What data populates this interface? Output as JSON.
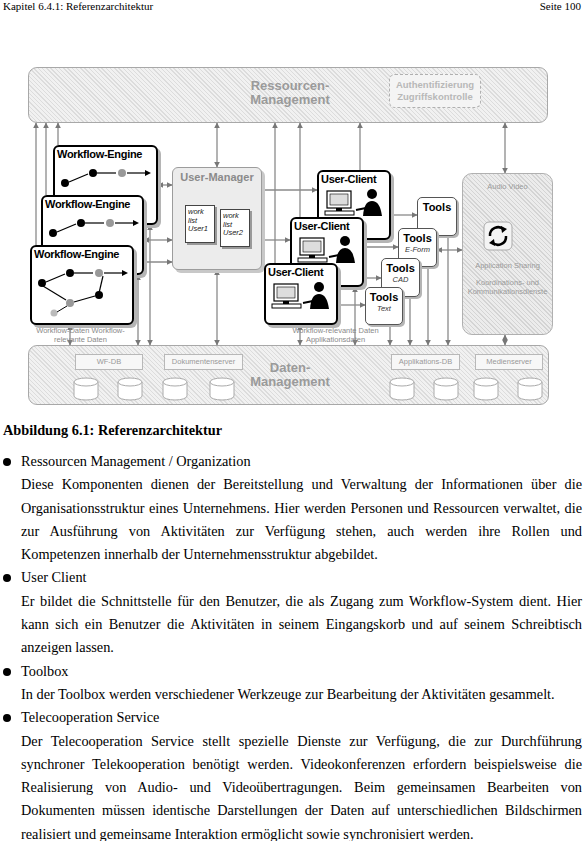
{
  "diagram": {
    "caption": "Abbildung 6.1: Referenzarchitektur",
    "nodes": [
      {
        "text": [
          "Ressourcen- Management"
        ]
      },
      {
        "text": [
          "Authentifizierung Zugriffskontrolle"
        ],
        "in": 0
      },
      {
        "text": [
          "Workflow-Engine"
        ]
      },
      {
        "text": [
          "Workflow-Engine"
        ]
      },
      {
        "text": [
          "Workflow-Engine"
        ]
      },
      {
        "text": [
          "User-Manager"
        ]
      },
      {
        "text": [
          "work list User1"
        ],
        "in": 5
      },
      {
        "text": [
          "work list User2"
        ],
        "in": 5
      },
      {
        "text": [
          "User-Client"
        ]
      },
      {
        "text": [
          "User-Client"
        ]
      },
      {
        "text": [
          "User-Client"
        ]
      },
      {
        "text": [
          "Tools"
        ]
      },
      {
        "text": [
          "Tools",
          "E-Form"
        ]
      },
      {
        "text": [
          "Tools",
          "CAD"
        ]
      },
      {
        "text": [
          "Tools",
          "Text"
        ]
      },
      {
        "text": [
          "Audio Video",
          "Application Sharing",
          "Koordinations- und Kommunikationsdienste"
        ]
      },
      {
        "text": [
          "Daten- Management"
        ]
      },
      {
        "text": [
          "WF-DB"
        ],
        "in": 16
      },
      {
        "text": [
          "Dokumentenserver"
        ],
        "in": 16
      },
      {
        "text": [
          "Applikations-DB"
        ],
        "in": 16
      },
      {
        "text": [
          "Medienserver"
        ],
        "in": 16
      }
    ],
    "edges": [
      {
        "from": 2,
        "to": 0,
        "arrow": "to"
      },
      {
        "from": 3,
        "to": 0,
        "arrow": "to"
      },
      {
        "from": 4,
        "to": 0,
        "arrow": "to"
      },
      {
        "from": 2,
        "to": 16,
        "arrow": "both"
      },
      {
        "from": 3,
        "to": 16,
        "arrow": "both"
      },
      {
        "from": 4,
        "to": 16,
        "arrow": "both"
      },
      {
        "from": 2,
        "to": 5,
        "arrow": "both"
      },
      {
        "from": 3,
        "to": 5,
        "arrow": "both"
      },
      {
        "from": 4,
        "to": 5,
        "arrow": "both"
      },
      {
        "from": 5,
        "to": 0,
        "arrow": "both"
      },
      {
        "from": 5,
        "to": 16,
        "arrow": "both"
      },
      {
        "from": 5,
        "to": 8,
        "arrow": "to"
      },
      {
        "from": 5,
        "to": 9,
        "arrow": "to"
      },
      {
        "from": 5,
        "to": 10,
        "arrow": "to"
      },
      {
        "from": 8,
        "to": 0,
        "arrow": "to"
      },
      {
        "from": 9,
        "to": 0,
        "arrow": "to"
      },
      {
        "from": 10,
        "to": 0,
        "arrow": "to"
      },
      {
        "from": 10,
        "to": 16,
        "arrow": "both"
      },
      {
        "from": 9,
        "to": 16,
        "arrow": "both"
      },
      {
        "from": 8,
        "to": 11,
        "arrow": "to"
      },
      {
        "from": 9,
        "to": 12,
        "arrow": "to"
      },
      {
        "from": 9,
        "to": 13,
        "arrow": "to"
      },
      {
        "from": 10,
        "to": 14,
        "arrow": "to"
      },
      {
        "from": 11,
        "to": 16,
        "arrow": "to"
      },
      {
        "from": 12,
        "to": 16,
        "arrow": "to"
      },
      {
        "from": 13,
        "to": 16,
        "arrow": "to"
      },
      {
        "from": 14,
        "to": 16,
        "arrow": "to"
      },
      {
        "from": 12,
        "to": 15,
        "arrow": "both"
      },
      {
        "from": 15,
        "to": 0,
        "arrow": "both"
      },
      {
        "from": 15,
        "to": 16,
        "arrow": "both"
      }
    ],
    "labels": [
      "Kapitel 6.4.1: Referenzarchitektur",
      "Seite 100",
      "Workflow-Daten Workflow-relevante Daten",
      "Workflow-relevante Daten Applikationsdaten",
      "Ressourcen Management / Organization",
      "Diese Komponenten dienen der Bereitstellung und Verwaltung der Informationen über die Organisationsstruktur eines Unternehmens. Hier werden Personen und Ressourcen verwaltet, die zur Ausführung von Aktivitäten zur Verfügung stehen, auch werden ihre Rollen und Kompetenzen innerhalb der Unternehmensstruktur abgebildet.",
      "User Client",
      "Er bildet die Schnittstelle für den Benutzer, die als Zugang zum Workflow-System dient. Hier kann sich ein Benutzer die Aktivitäten in seinem Eingangskorb und auf seinem Schreibtisch anzeigen lassen.",
      "Toolbox",
      "In der Toolbox werden verschiedener Werkzeuge zur Bearbeitung der Aktivitäten gesammelt.",
      "Telecooperation Service",
      "Der Telecooperation Service stellt spezielle Dienste zur Verfügung, die zur Durchführung synchroner Telekooperation benötigt werden. Videokonferenzen erfordern beispielsweise die Realisierung von Audio- und Videoübertragungen. Beim gemeinsamen Bearbeiten von Dokumenten müssen identische Darstellungen der Daten auf unterschiedlichen Bildschirmen realisiert und gemeinsame Interaktion ermöglicht sowie synchronisiert werden."
    ]
  }
}
